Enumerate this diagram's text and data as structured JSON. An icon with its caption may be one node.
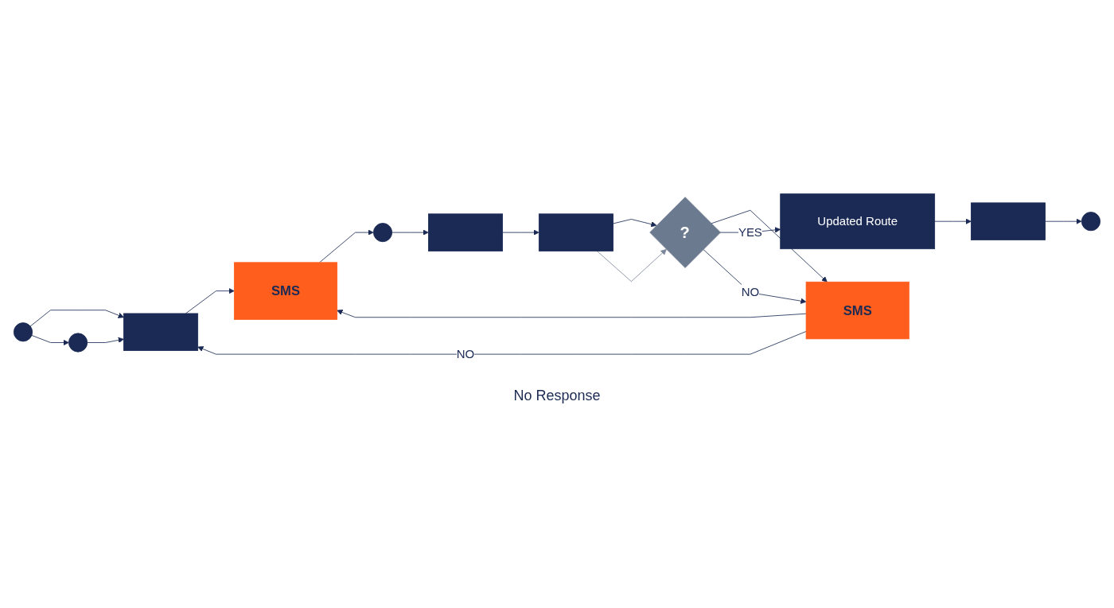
{
  "diagram": {
    "nodes": [
      {
        "text": [],
        "shape": "circle"
      },
      {
        "text": [],
        "shape": "circle"
      },
      {
        "text": [],
        "shape": "box"
      },
      {
        "text": [
          "SMS"
        ]
      },
      {
        "text": [],
        "shape": "circle"
      },
      {
        "text": [],
        "shape": "box"
      },
      {
        "text": [],
        "shape": "box"
      },
      {
        "text": [
          "SMS"
        ]
      },
      {
        "text": [
          "?"
        ]
      },
      {
        "text": [
          "Updated Route"
        ]
      },
      {
        "text": [],
        "shape": "box"
      },
      {
        "text": [],
        "shape": "circle"
      }
    ],
    "edges": [
      {
        "from": 0,
        "to": 2,
        "arrow": "to"
      },
      {
        "from": 0,
        "to": 1,
        "arrow": "to"
      },
      {
        "from": 1,
        "to": 2,
        "arrow": "to"
      },
      {
        "from": 2,
        "to": 3,
        "arrow": "to"
      },
      {
        "from": 3,
        "to": 4,
        "arrow": "to"
      },
      {
        "from": 4,
        "to": 5,
        "arrow": "to"
      },
      {
        "from": 5,
        "to": 6,
        "arrow": "to"
      },
      {
        "from": 6,
        "to": 8,
        "arrow": "to"
      },
      {
        "from": 6,
        "to": 8,
        "arrow": "to",
        "color": "#7b879a"
      },
      {
        "from": 8,
        "to": 7,
        "arrow": "to"
      },
      {
        "from": 8,
        "to": 9,
        "arrow": "to",
        "label": "YES"
      },
      {
        "from": 8,
        "to": 7,
        "arrow": "to",
        "label": "NO"
      },
      {
        "from": 7,
        "to": 2,
        "arrow": "to",
        "label": "NO"
      },
      {
        "from": 7,
        "to": 3,
        "arrow": "to"
      },
      {
        "from": 9,
        "to": 10,
        "arrow": "to"
      },
      {
        "from": 10,
        "to": 11,
        "arrow": "to"
      }
    ],
    "labels": [
      "No Response"
    ]
  }
}
